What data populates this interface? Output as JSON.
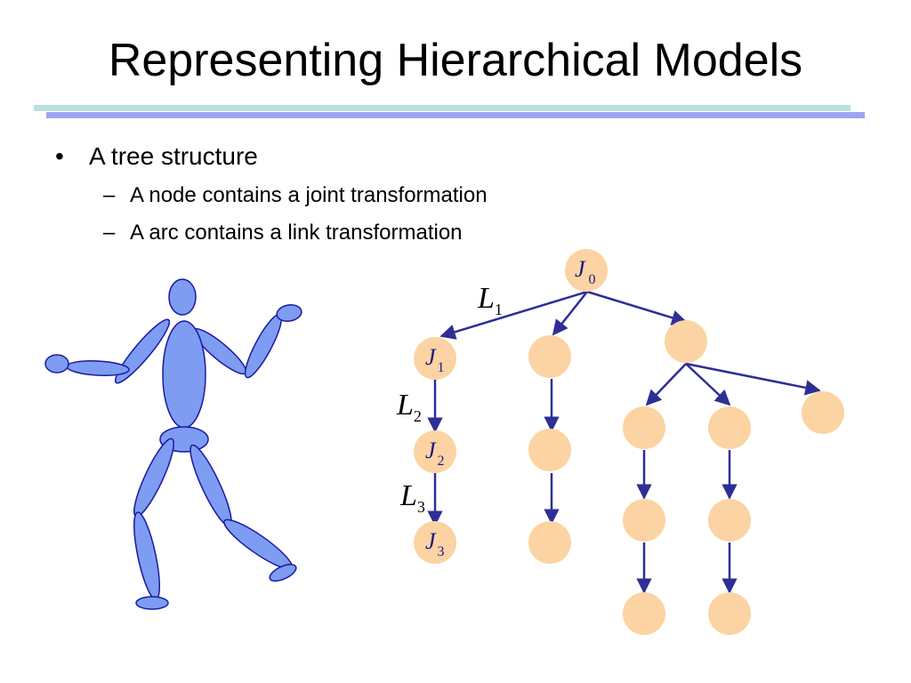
{
  "title": "Representing Hierarchical Models",
  "bullets": {
    "main": "A tree structure",
    "bullet_glyph": "•",
    "dash_glyph": "–",
    "sub1": "A node contains a joint transformation",
    "sub2": "A arc contains a link transformation"
  },
  "labels": {
    "J0": {
      "letter": "J",
      "sub": "0"
    },
    "J1": {
      "letter": "J",
      "sub": "1"
    },
    "J2": {
      "letter": "J",
      "sub": "2"
    },
    "J3": {
      "letter": "J",
      "sub": "3"
    },
    "L1": {
      "letter": "L",
      "sub": "1"
    },
    "L2": {
      "letter": "L",
      "sub": "2"
    },
    "L3": {
      "letter": "L",
      "sub": "3"
    }
  },
  "colors": {
    "node_fill": "#fcd3a3",
    "arc": "#2e2e96",
    "figure_fill": "#7d9cf2",
    "figure_stroke": "#1a1aa0",
    "rule_top": "#b9dfe0",
    "rule_bottom": "#9ea4f0"
  }
}
